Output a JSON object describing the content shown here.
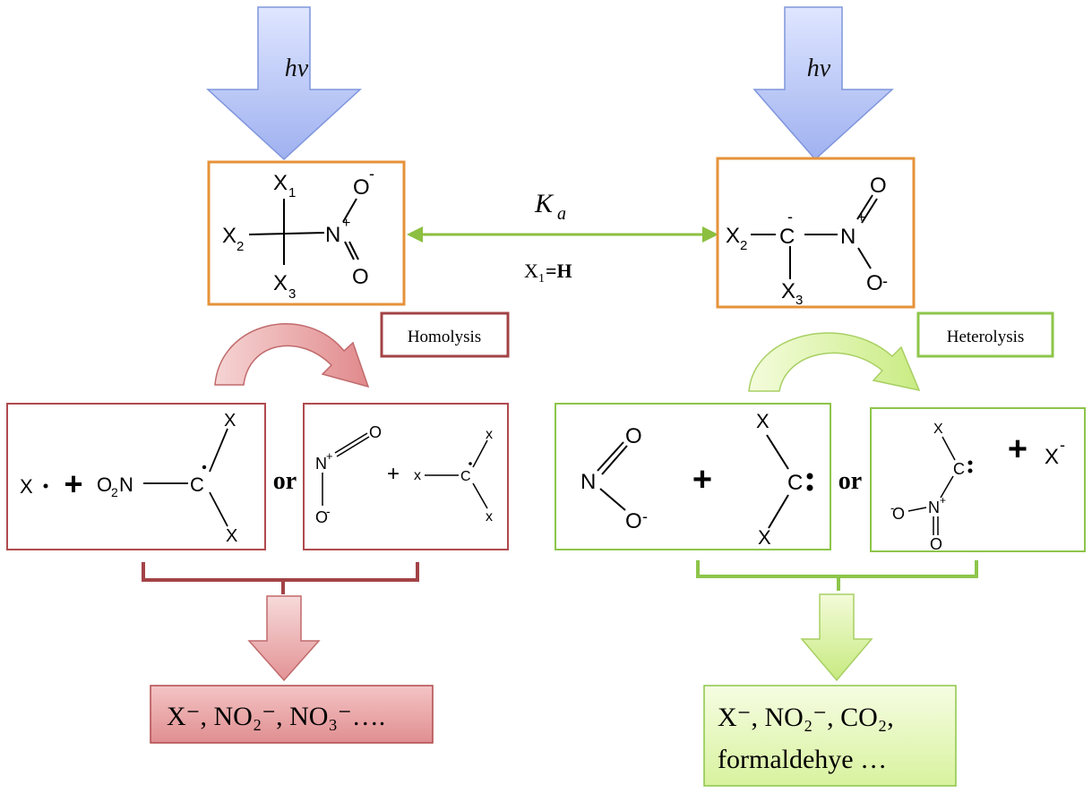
{
  "top": {
    "left_arrow_label": "hv",
    "right_arrow_label": "hv",
    "equilibrium_constant": "K",
    "equilibrium_subscript": "a",
    "condition_x": "X",
    "condition_sub": "1",
    "condition_rest": "=H"
  },
  "left_molecule": {
    "x1": "X",
    "x1_sub": "1",
    "x2": "X",
    "x2_sub": "2",
    "x3": "X",
    "x3_sub": "3",
    "n": "N",
    "n_charge": "+",
    "o_top": "O",
    "o_top_charge": "-",
    "o_bottom": "O"
  },
  "right_molecule": {
    "x2": "X",
    "x2_sub": "2",
    "c": "C",
    "c_charge": "-",
    "x3": "X",
    "x3_sub": "3",
    "n": "N",
    "n_charge": "+",
    "o_top": "O",
    "o_bottom": "O",
    "o_bottom_charge": "-"
  },
  "homolysis": {
    "label": "Homolysis",
    "product_a": {
      "x_radical": "X",
      "plus": "+",
      "o2n": "O",
      "o2n_sub": "2",
      "o2n_n": "N",
      "c": "C",
      "x_top": "X",
      "x_bottom": "X"
    },
    "or_label": "or",
    "product_b": {
      "n": "N",
      "n_charge": "+",
      "o_top": "O",
      "o_bottom": "O",
      "o_bottom_charge": "-",
      "plus": "+",
      "x_left": "x",
      "c": "C",
      "x_top": "x",
      "x_bottom": "x"
    },
    "final": "X⁻, NO₂⁻, NO₃⁻…."
  },
  "heterolysis": {
    "label": "Heterolysis",
    "product_a": {
      "n": "N",
      "o_top": "O",
      "o_bottom": "O",
      "o_bottom_charge": "-",
      "plus": "+",
      "c": "C",
      "x_top": "X",
      "x_bottom": "X"
    },
    "or_label": "or",
    "product_b": {
      "x_top": "X",
      "c": "C",
      "n": "N",
      "n_charge": "+",
      "o_left": "O",
      "o_left_charge": "-",
      "o_bottom": "O",
      "plus": "+",
      "x_ion": "X",
      "x_ion_charge": "-"
    },
    "final_line1": "X⁻, NO₂⁻, CO₂,",
    "final_line2": "formaldehye …"
  },
  "colors": {
    "arrow_blue": "#a9b9f3",
    "arrow_blue_edge": "#6f88d8",
    "orange_box": "#e6923a",
    "green_line": "#8cbf3f",
    "red_box": "#b04a4d",
    "red_fill": "#eaa0a2",
    "green_fill": "#d8f2a0",
    "green_box": "#8dc54a"
  }
}
